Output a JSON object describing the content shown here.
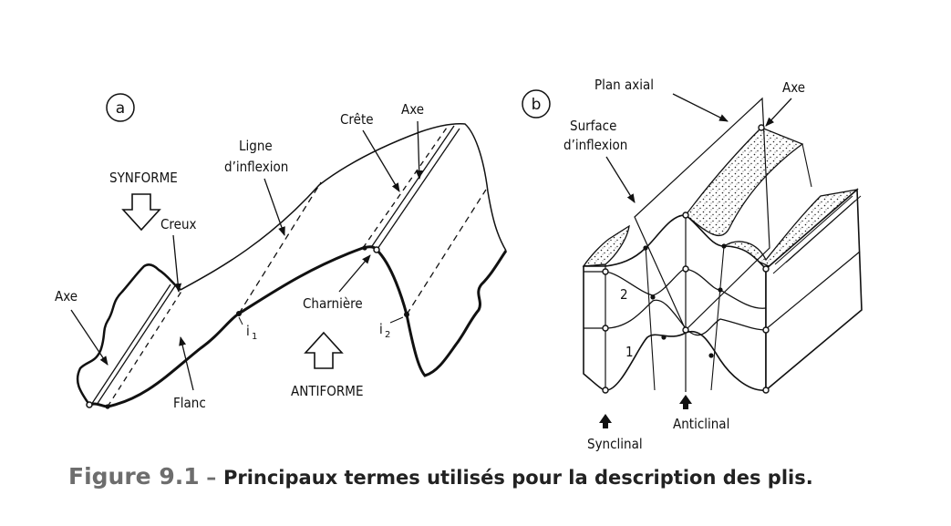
{
  "diagram_a": {
    "panel_label": "a",
    "synforme": "SYNFORME",
    "creux": "Creux",
    "axe_left": "Axe",
    "ligne_inflexion_1": "Ligne",
    "ligne_inflexion_2": "d’inflexion",
    "crete": "Crête",
    "axe_right": "Axe",
    "charniere": "Charnière",
    "flanc": "Flanc",
    "i1": "i",
    "i1_sub": "1",
    "i2": "i",
    "i2_sub": "2",
    "antiforme": "ANTIFORME"
  },
  "diagram_b": {
    "panel_label": "b",
    "plan_axial": "Plan axial",
    "axe": "Axe",
    "surface_inflexion_1": "Surface",
    "surface_inflexion_2": "d’inflexion",
    "layer_2": "2",
    "layer_1": "1",
    "synclinal": "Synclinal",
    "anticlinal": "Anticlinal"
  },
  "caption": {
    "figure_number": "Figure 9.1",
    "dash": " – ",
    "text": "Principaux termes utilisés pour la description des plis."
  }
}
